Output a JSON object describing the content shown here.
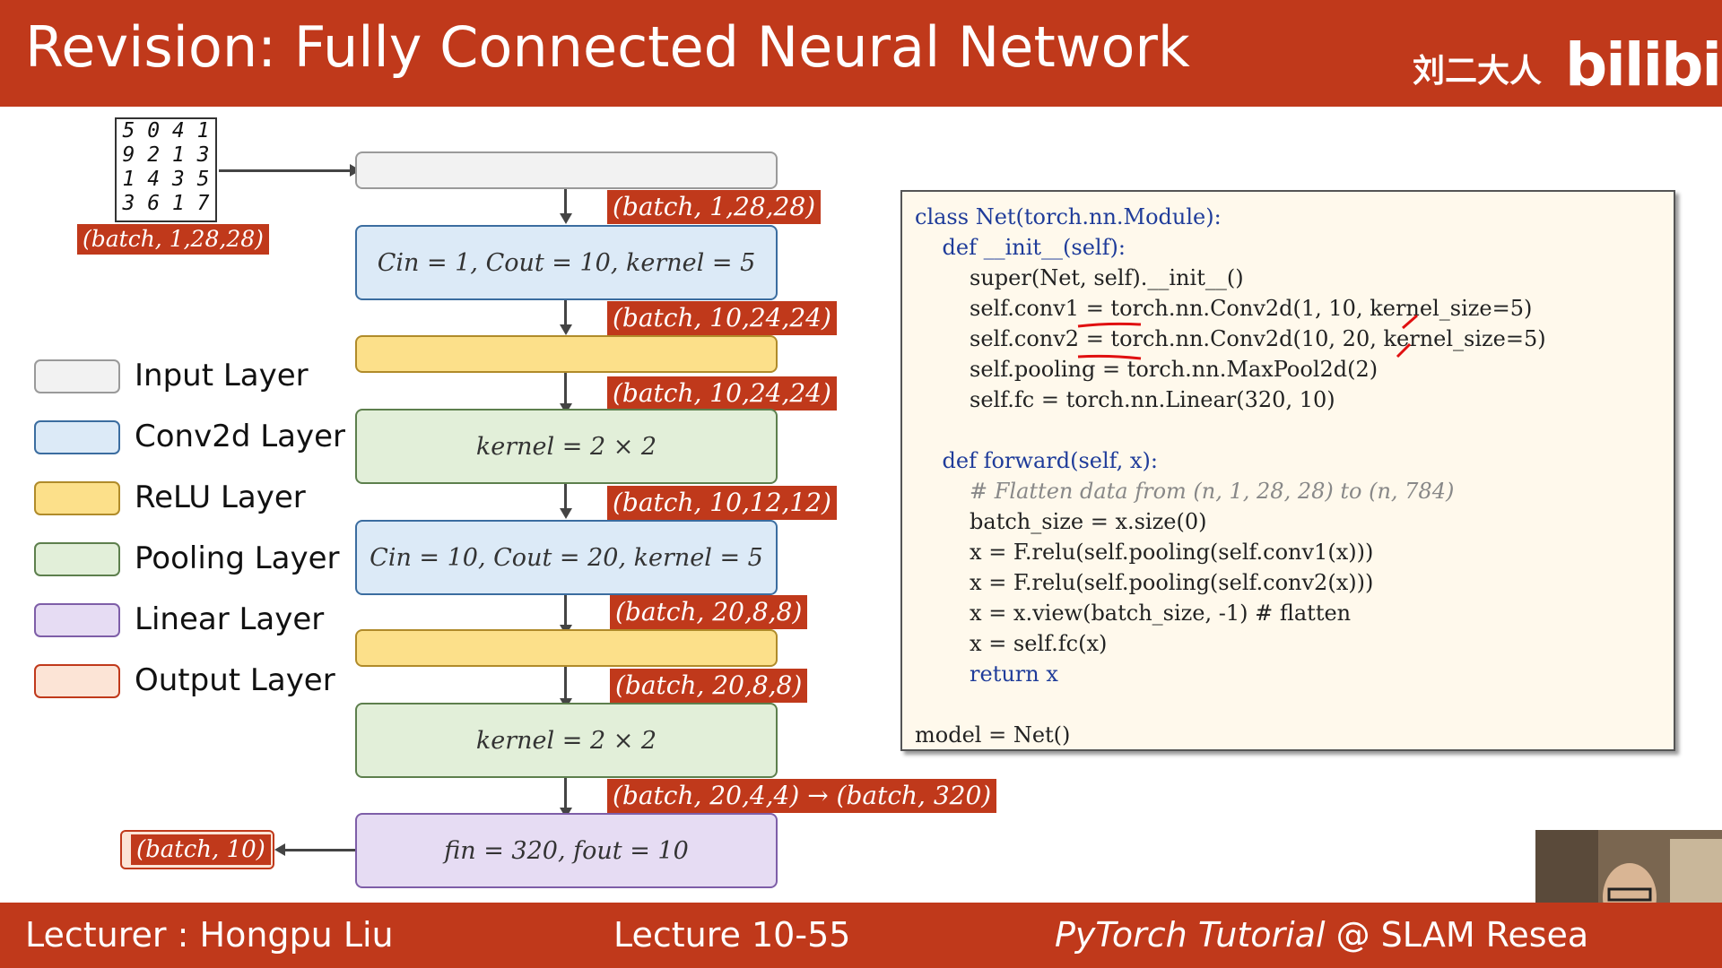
{
  "header": {
    "title": "Revision: Fully Connected Neural Network",
    "channel": "刘二大人",
    "logo": "bilibili"
  },
  "footer": {
    "lecturer": "Lecturer : Hongpu Liu",
    "lecture": "Lecture 10-55",
    "series_italic": "PyTorch Tutorial",
    "series_rest": " @ SLAM Resea"
  },
  "input_image": {
    "digits": [
      "5 0 4 1",
      "9 2 1 3",
      "1 4 3 5",
      "3 6 1 7"
    ],
    "shape": "(batch, 1,28,28)"
  },
  "layers": [
    {
      "type": "input",
      "text": ""
    },
    {
      "type": "conv",
      "text": "Cin = 1, Cout = 10, kernel = 5"
    },
    {
      "type": "relu",
      "text": ""
    },
    {
      "type": "pool",
      "text": "kernel = 2 × 2"
    },
    {
      "type": "conv",
      "text": "Cin = 10, Cout = 20, kernel = 5"
    },
    {
      "type": "relu",
      "text": ""
    },
    {
      "type": "pool",
      "text": "kernel = 2 × 2"
    },
    {
      "type": "linear",
      "text": "fin = 320, fout = 10"
    }
  ],
  "shape_tags": [
    "(batch, 1,28,28)",
    "(batch, 10,24,24)",
    "(batch, 10,24,24)",
    "(batch, 10,12,12)",
    "(batch, 20,8,8)",
    "(batch, 20,8,8)",
    "(batch, 20,4,4) → (batch, 320)"
  ],
  "output_tag": "(batch, 10)",
  "legend": [
    {
      "label": "Input Layer",
      "color": "#f2f2f2"
    },
    {
      "label": "Conv2d Layer",
      "color": "#dceaf7"
    },
    {
      "label": "ReLU Layer",
      "color": "#fce08a"
    },
    {
      "label": "Pooling Layer",
      "color": "#e2efd9"
    },
    {
      "label": "Linear Layer",
      "color": "#e6dcf3"
    },
    {
      "label": "Output Layer",
      "color": "#fce4d6"
    }
  ],
  "code": [
    "class Net(torch.nn.Module):",
    "    def __init__(self):",
    "        super(Net, self).__init__()",
    "        self.conv1 = torch.nn.Conv2d(1, 10, kernel_size=5)",
    "        self.conv2 = torch.nn.Conv2d(10, 20, kernel_size=5)",
    "        self.pooling = torch.nn.MaxPool2d(2)",
    "        self.fc = torch.nn.Linear(320, 10)",
    "",
    "    def forward(self, x):",
    "        # Flatten data from (n, 1, 28, 28) to (n, 784)",
    "        batch_size = x.size(0)",
    "        x = F.relu(self.pooling(self.conv1(x)))",
    "        x = F.relu(self.pooling(self.conv2(x)))",
    "        x = x.view(batch_size, -1) # flatten",
    "        x = self.fc(x)",
    "        return x",
    "",
    "model = Net()"
  ],
  "colors": {
    "accent": "#c0391b"
  }
}
